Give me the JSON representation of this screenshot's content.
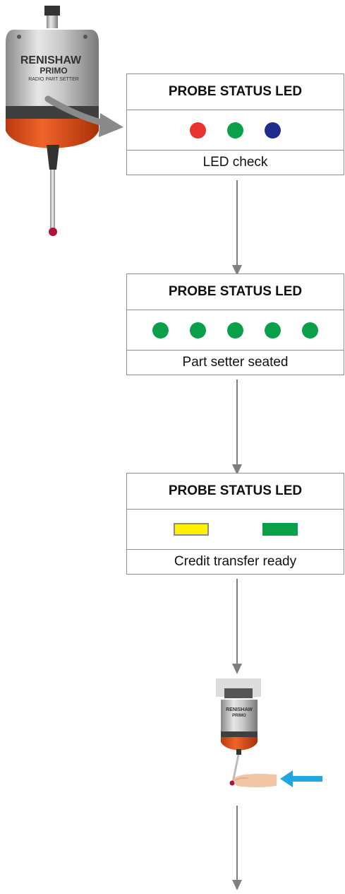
{
  "colors": {
    "red": "#e8342e",
    "green": "#0aa04a",
    "blue": "#1e2d8c",
    "yellow": "#fff200",
    "arrow_blue": "#1ea7e1",
    "connector": "#7f7f7f"
  },
  "probe_brand": "RENISHAW",
  "probe_model": "PRIMO",
  "probe_subtitle": "RADIO PART SETTER",
  "panels": [
    {
      "title": "PROBE STATUS LED",
      "caption": "LED check",
      "leds": [
        {
          "shape": "circle",
          "color": "red"
        },
        {
          "shape": "circle",
          "color": "green"
        },
        {
          "shape": "circle",
          "color": "blue"
        }
      ]
    },
    {
      "title": "PROBE STATUS LED",
      "caption": "Part setter seated",
      "leds": [
        {
          "shape": "circle",
          "color": "green"
        },
        {
          "shape": "circle",
          "color": "green"
        },
        {
          "shape": "circle",
          "color": "green"
        },
        {
          "shape": "circle",
          "color": "green"
        },
        {
          "shape": "circle",
          "color": "green"
        }
      ]
    },
    {
      "title": "PROBE STATUS LED",
      "caption": "Credit transfer ready",
      "leds": [
        {
          "shape": "rect",
          "color": "yellow"
        },
        {
          "shape": "rect",
          "color": "green"
        }
      ]
    }
  ]
}
